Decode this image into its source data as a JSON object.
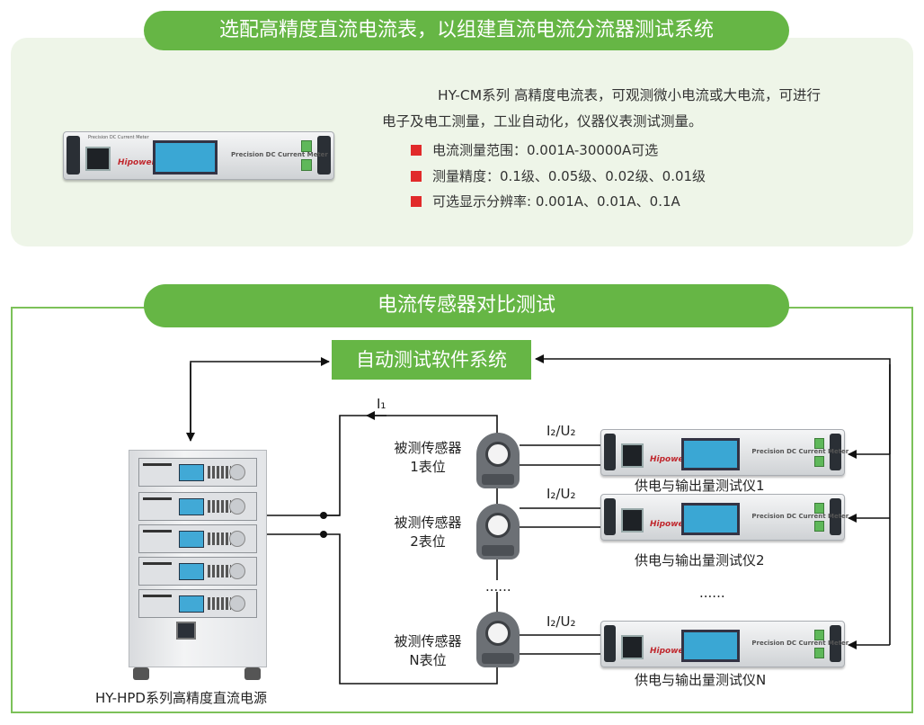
{
  "section1": {
    "banner": "选配高精度直流电流表，以组建直流电流分流器测试系统",
    "intro_line1": "HY-CM系列 高精度电流表，可观测微小电流或大电流，可进行",
    "intro_line2": "电子及电工测量，工业自动化，仪器仪表测试测量。",
    "bullets": [
      "电流测量范围：0.001A-30000A可选",
      "测量精度：0.1级、0.05级、0.02级、0.01级",
      "可选显示分辨率: 0.001A、0.01A、0.1A"
    ],
    "device_name": "Precision DC Current Meter",
    "device_logo": "Hipower",
    "device_top_text": "Precision DC Current Meter"
  },
  "section2": {
    "banner": "电流传感器对比测试",
    "software": "自动测试软件系统",
    "current_label": "I₁",
    "signal_label": "I₂/U₂",
    "sensors": [
      {
        "line1": "被测传感器",
        "line2": "1表位"
      },
      {
        "line1": "被测传感器",
        "line2": "2表位"
      },
      {
        "line1": "被测传感器",
        "line2": "N表位"
      }
    ],
    "meters": [
      "供电与输出量测试仪1",
      "供电与输出量测试仪2",
      "供电与输出量测试仪N"
    ],
    "ellipsis": "......",
    "power_supply": "HY-HPD系列高精度直流电源"
  },
  "colors": {
    "green": "#66b645",
    "frame": "#7cc159",
    "bullet": "#e12a2a",
    "panel": "#eef5e8"
  }
}
